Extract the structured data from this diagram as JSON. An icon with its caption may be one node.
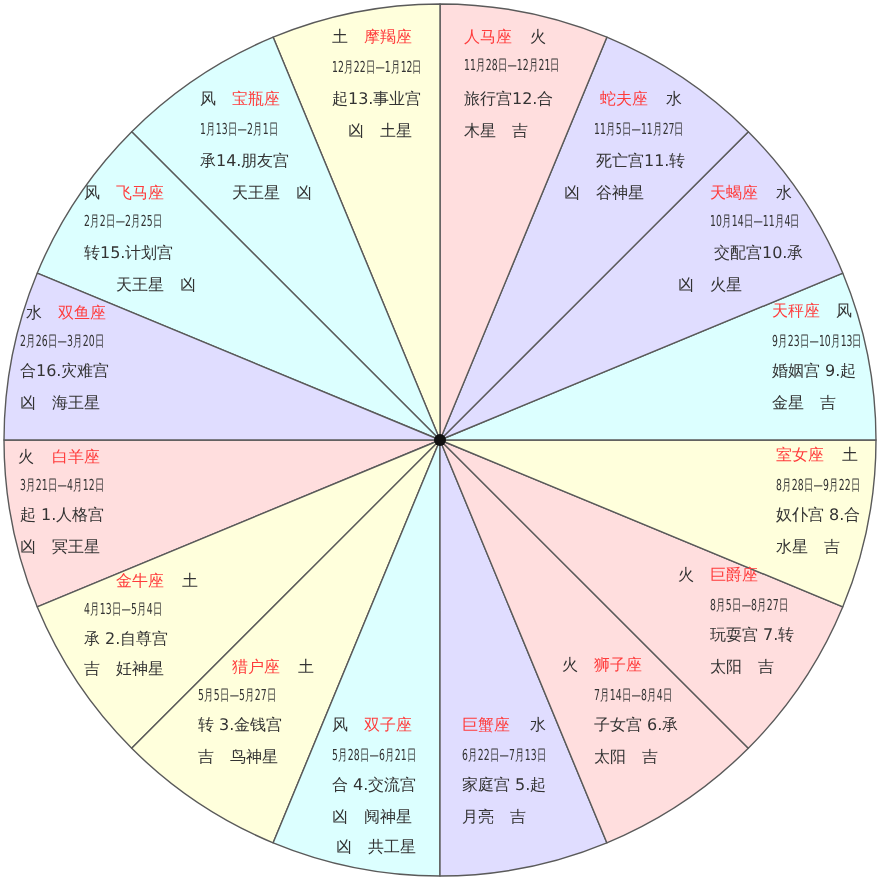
{
  "diagram": {
    "nodes": [
      {
        "text": [
          "火",
          "白羊座",
          "3月21日—4月12日",
          "起 1.人格宫",
          "凶　冥王星"
        ]
      },
      {
        "text": [
          "金牛座",
          "土",
          "4月13日—5月4日",
          "承 2.自尊宫",
          "吉　妊神星"
        ]
      },
      {
        "text": [
          "猎户座",
          "土",
          "5月5日—5月27日",
          "转 3.金钱宫",
          "吉　鸟神星"
        ]
      },
      {
        "text": [
          "风",
          "双子座",
          "5月28日—6月21日",
          "合 4.交流宫",
          "凶　阋神星",
          "凶　共工星"
        ]
      },
      {
        "text": [
          "巨蟹座",
          "水",
          "6月22日—7月13日",
          "家庭宫 5.起",
          "月亮　吉"
        ]
      },
      {
        "text": [
          "火",
          "狮子座",
          "7月14日—8月4日",
          "子女宫 6.承",
          "太阳　吉"
        ]
      },
      {
        "text": [
          "火",
          "巨爵座",
          "8月5日—8月27日",
          "玩耍宫 7.转",
          "太阳　吉"
        ]
      },
      {
        "text": [
          "室女座",
          "土",
          "8月28日—9月22日",
          "奴仆宫 8.合",
          "水星　吉"
        ]
      },
      {
        "text": [
          "天秤座",
          "风",
          "9月23日—10月13日",
          "婚姻宫 9.起",
          "金星　吉"
        ]
      },
      {
        "text": [
          "天蝎座",
          "水",
          "10月14日—11月4日",
          "交配宫10.承",
          "凶　火星"
        ]
      },
      {
        "text": [
          "蛇夫座",
          "水",
          "11月5日—11月27日",
          "死亡宫11.转",
          "凶　谷神星"
        ]
      },
      {
        "text": [
          "人马座",
          "火",
          "11月28日—12月21日",
          "旅行宫12.合",
          "木星　吉"
        ]
      },
      {
        "text": [
          "土",
          "摩羯座",
          "12月22日—1月12日",
          "起13.事业宫",
          "凶　土星"
        ]
      },
      {
        "text": [
          "风",
          "宝瓶座",
          "1月13日—2月1日",
          "承14.朋友宫",
          "天王星　凶"
        ]
      },
      {
        "text": [
          "风",
          "飞马座",
          "2月2日—2月25日",
          "转15.计划宫",
          "天王星　凶"
        ]
      },
      {
        "text": [
          "水",
          "双鱼座",
          "2月26日—3月20日",
          "合16.灾难宫",
          "凶　海王星"
        ]
      }
    ]
  }
}
